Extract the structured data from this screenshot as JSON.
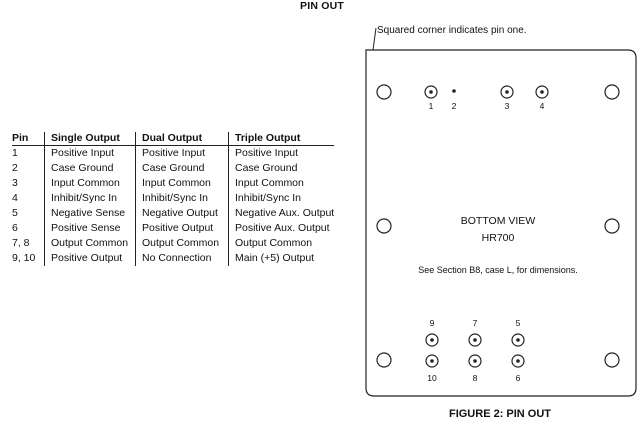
{
  "document": {
    "title": "PIN OUT"
  },
  "pin_table": {
    "headers": [
      "Pin",
      "Single Output",
      "Dual Output",
      "Triple Output"
    ],
    "rows": [
      [
        "1",
        "Positive Input",
        "Positive Input",
        "Positive Input"
      ],
      [
        "2",
        "Case Ground",
        "Case Ground",
        "Case Ground"
      ],
      [
        "3",
        "Input Common",
        "Input Common",
        "Input Common"
      ],
      [
        "4",
        "Inhibit/Sync In",
        "Inhibit/Sync In",
        "Inhibit/Sync In"
      ],
      [
        "5",
        "Negative Sense",
        "Negative Output",
        "Negative Aux. Output"
      ],
      [
        "6",
        "Positive Sense",
        "Positive Output",
        "Positive Aux. Output"
      ],
      [
        "7, 8",
        "Output Common",
        "Output Common",
        "Output Common"
      ],
      [
        "9, 10",
        "Positive Output",
        "No Connection",
        "Main (+5) Output"
      ]
    ]
  },
  "figure": {
    "pin_one_note": "Squared corner indicates pin one.",
    "view_label": "BOTTOM VIEW",
    "model": "HR700",
    "dimension_note": "See Section B8, case L, for dimensions.",
    "pins": {
      "p1": "1",
      "p2": "2",
      "p3": "3",
      "p4": "4",
      "p5": "5",
      "p6": "6",
      "p7": "7",
      "p8": "8",
      "p9": "9",
      "p10": "10"
    },
    "caption": "FIGURE 2: PIN OUT"
  }
}
